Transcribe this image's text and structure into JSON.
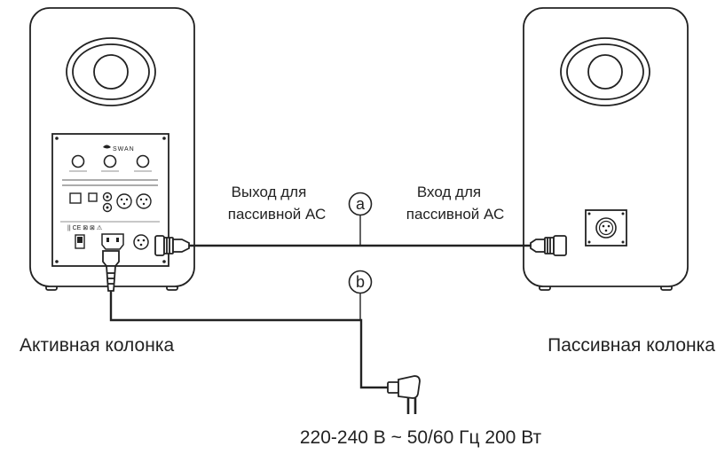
{
  "active_speaker": {
    "label": "Активная колонка",
    "brand": "SWAN"
  },
  "passive_speaker": {
    "label": "Пассивная колонка"
  },
  "connections": {
    "output_label": [
      "Выход для",
      "пассивной АС"
    ],
    "input_label": [
      "Вход для",
      "пассивной АС"
    ],
    "marker_a": "a",
    "marker_b": "b"
  },
  "power": {
    "label": "220-240 В ~ 50/60 Гц 200 Вт"
  },
  "colors": {
    "line": "#222222",
    "background": "#ffffff"
  },
  "icons": [
    "tweeter-icon",
    "power-plug-icon",
    "xlr-connector-icon",
    "power-switch-icon"
  ]
}
